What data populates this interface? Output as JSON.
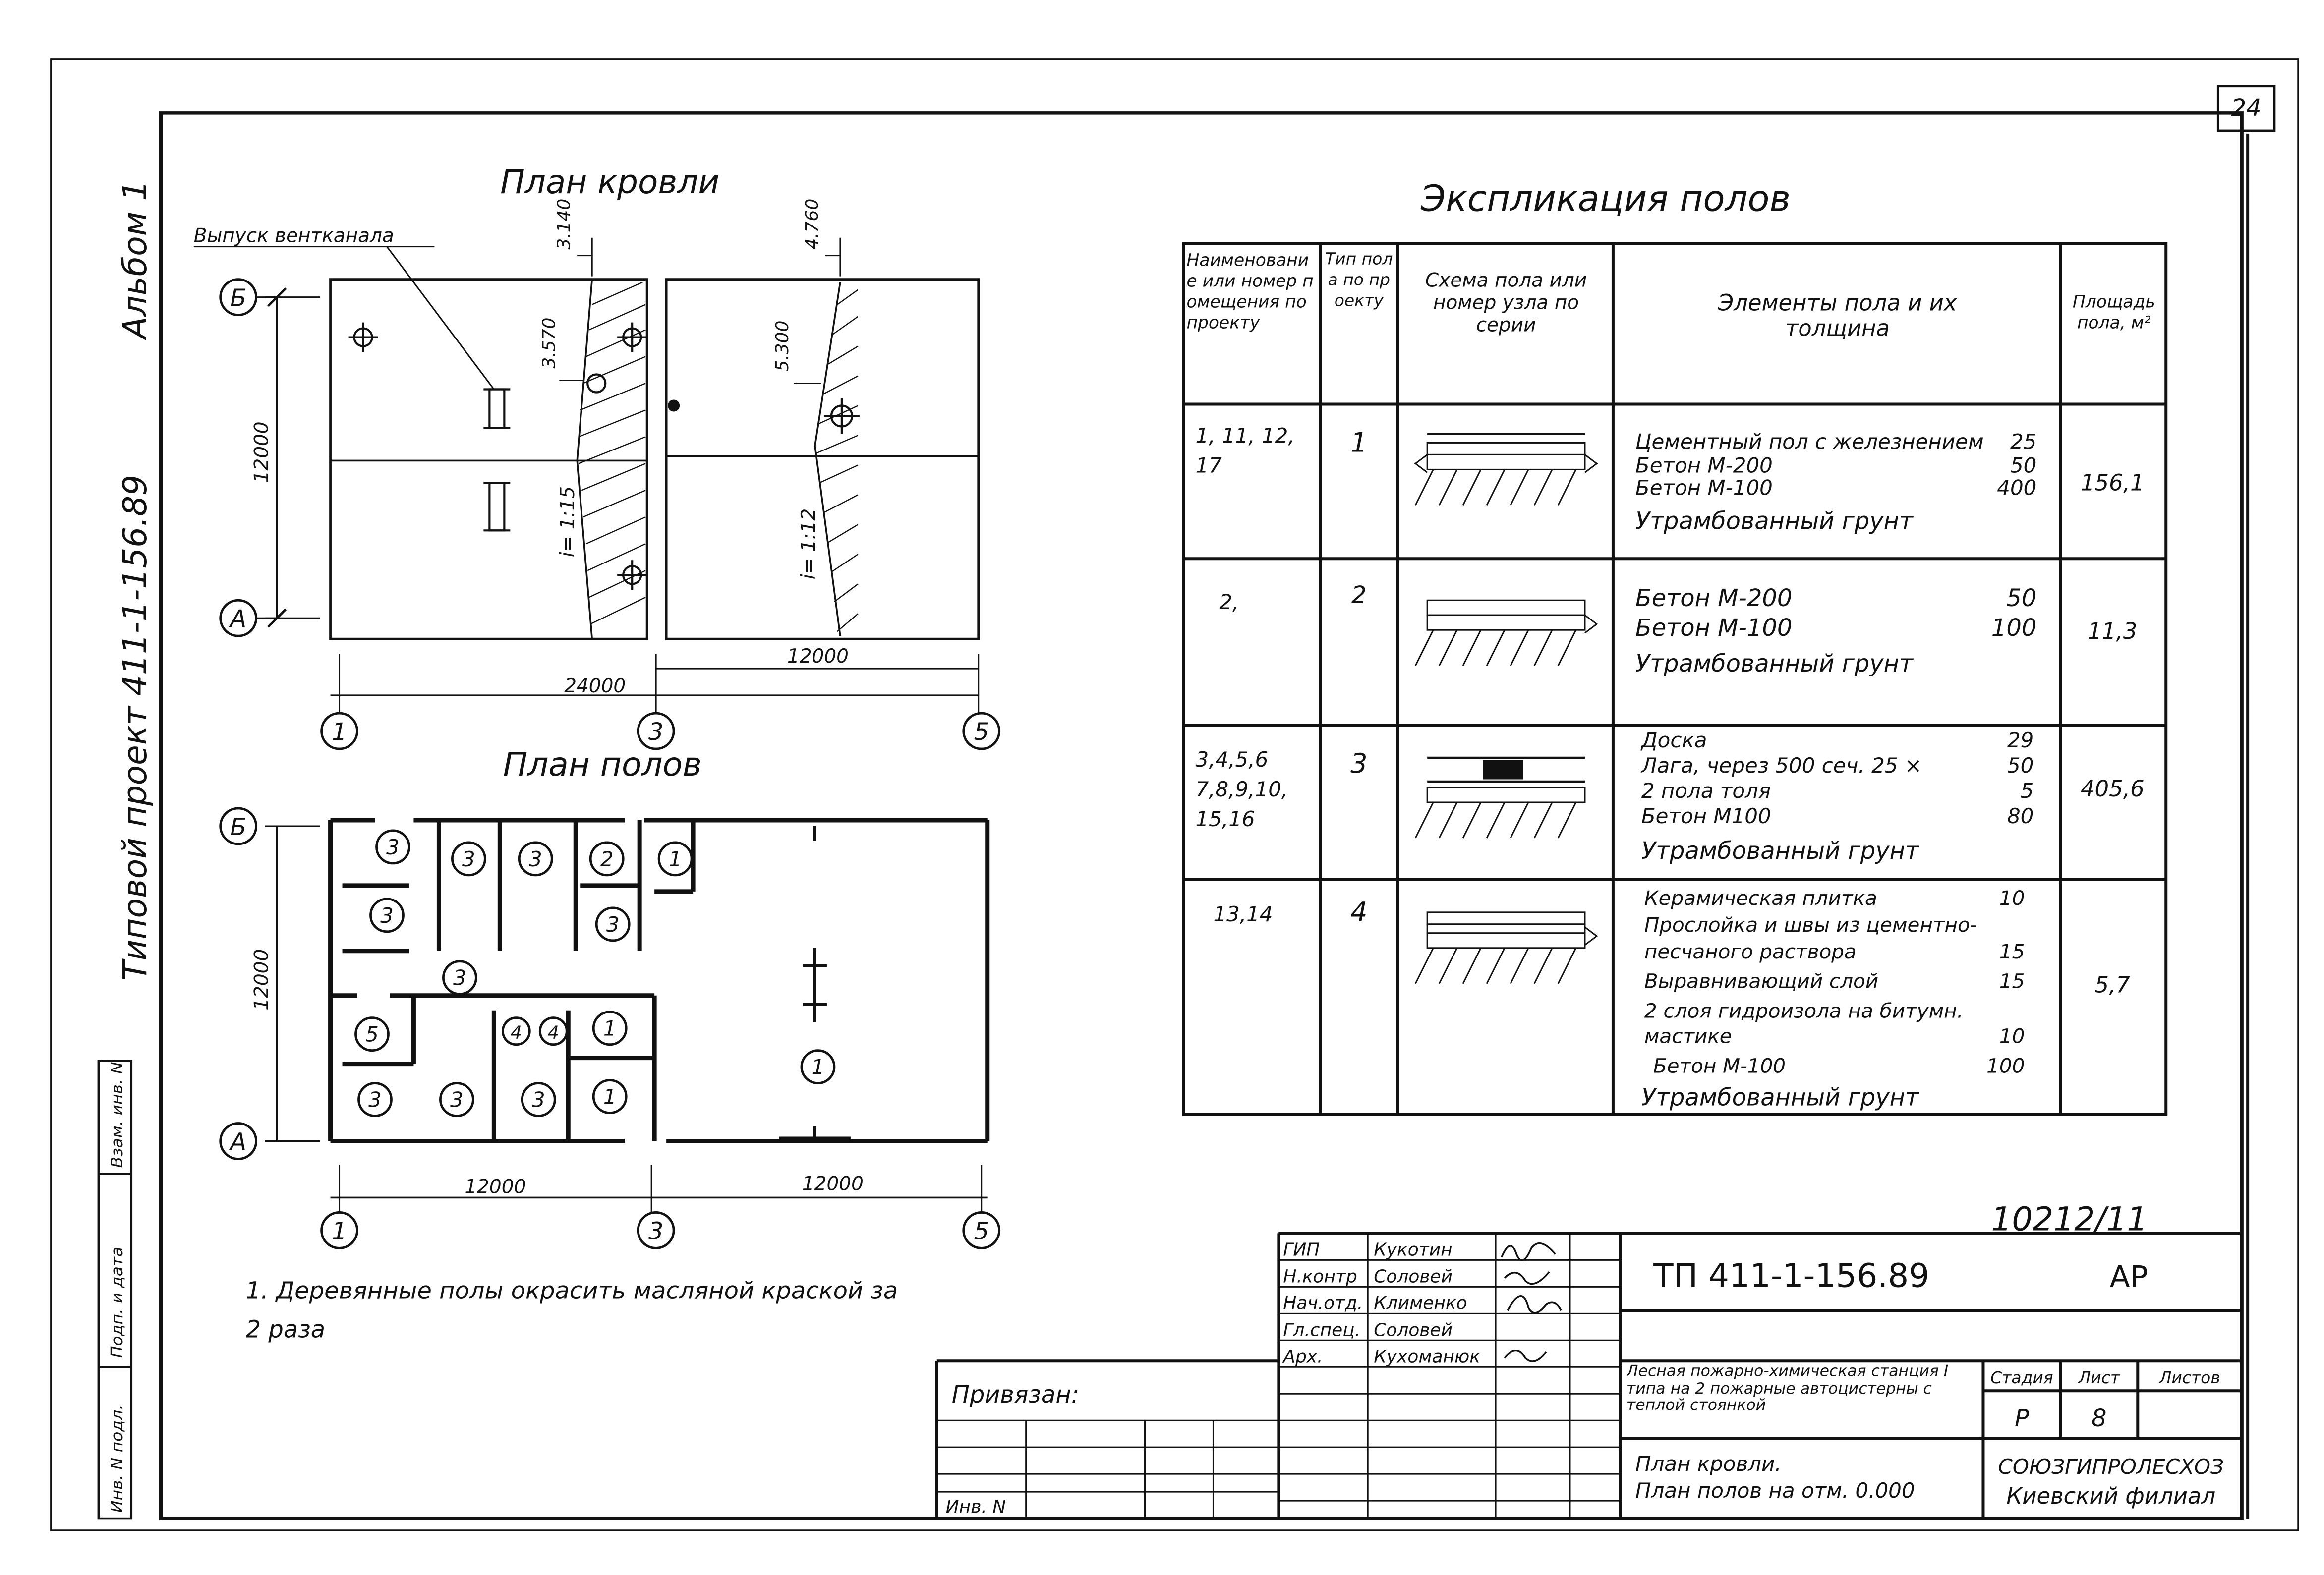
{
  "sheet_number": "24",
  "side_labels": {
    "album": "Альбом 1",
    "project": "Типовой проект 411-1-156.89"
  },
  "side_stamp": [
    "Инв. N подл.",
    "Подп. и дата",
    "Взам. инв. N"
  ],
  "roof_plan": {
    "title": "План кровли",
    "callout": "Выпуск вентканала",
    "dims": {
      "d3140": "3.140",
      "d4760": "4.760",
      "d3570": "3.570",
      "d5300": "5.300",
      "slope_left": "i= 1:15",
      "slope_right": "i= 1:12",
      "height": "12000",
      "span_right": "12000",
      "span_total": "24000"
    },
    "axes_rows": [
      "Б",
      "А"
    ],
    "axes_cols": [
      "1",
      "3",
      "5"
    ]
  },
  "floor_plan": {
    "title": "План полов",
    "height": "12000",
    "dim_left": "12000",
    "dim_right": "12000",
    "axes_rows": [
      "Б",
      "А"
    ],
    "axes_cols": [
      "1",
      "3",
      "5"
    ],
    "room_marks": [
      "3",
      "3",
      "3",
      "2",
      "1",
      "3",
      "3",
      "3",
      "5",
      "4",
      "4",
      "1",
      "1",
      "3",
      "3",
      "3",
      "1"
    ]
  },
  "note": "1. Деревянные полы окрасить масляной краской за 2 раза",
  "explication": {
    "title": "Экспликация полов",
    "headers": [
      "Наименование или номер помещения по проекту",
      "Тип пола по проекту",
      "Схема пола или номер узла по серии",
      "Элементы пола и их толщина",
      "Площадь пола, м²"
    ],
    "rows": [
      {
        "rooms": "1, 11, 12, 17",
        "type": "1",
        "elements": [
          {
            "name": "Цементный пол с железнением",
            "t": "25"
          },
          {
            "name": "Бетон  М-200",
            "t": "50"
          },
          {
            "name": "Бетон  М-100",
            "t": "400"
          },
          {
            "name": "Утрамбованный грунт",
            "t": ""
          }
        ],
        "area": "156,1"
      },
      {
        "rooms": "2,",
        "type": "2",
        "elements": [
          {
            "name": "Бетон  М-200",
            "t": "50"
          },
          {
            "name": "Бетон  М-100",
            "t": "100"
          },
          {
            "name": "Утрамбованный грунт",
            "t": ""
          }
        ],
        "area": "11,3"
      },
      {
        "rooms": "3,4,5,6 7,8,9,10, 15,16",
        "type": "3",
        "elements": [
          {
            "name": "Доска",
            "t": "29"
          },
          {
            "name": "Лага, через 500 сеч. 25 ×",
            "t": "50"
          },
          {
            "name": "2 пола толя",
            "t": "5"
          },
          {
            "name": "Бетон М100",
            "t": "80"
          },
          {
            "name": "Утрамбованный грунт",
            "t": ""
          }
        ],
        "area": "405,6"
      },
      {
        "rooms": "13,14",
        "type": "4",
        "elements": [
          {
            "name": "Керамическая плитка",
            "t": "10"
          },
          {
            "name": "Прослойка и швы из цементно-",
            "t": ""
          },
          {
            "name": "песчаного раствора",
            "t": "15"
          },
          {
            "name": "Выравнивающий слой",
            "t": "15"
          },
          {
            "name": "2 слоя гидроизола на битумн.",
            "t": ""
          },
          {
            "name": "мастике",
            "t": "10"
          },
          {
            "name": "Бетон  М-100",
            "t": "100"
          },
          {
            "name": "Утрамбованный грунт",
            "t": ""
          }
        ],
        "area": "5,7"
      }
    ]
  },
  "archive_number": "10212/11",
  "title_block": {
    "people": [
      {
        "role": "ГИП",
        "name": "Кукотин"
      },
      {
        "role": "Н.контр",
        "name": "Соловей"
      },
      {
        "role": "Нач.отд.",
        "name": "Клименко"
      },
      {
        "role": "Гл.спец.",
        "name": "Соловей"
      },
      {
        "role": "Арх.",
        "name": "Кухоманюк"
      }
    ],
    "code": "ТП 411-1-156.89",
    "mark": "АР",
    "object": "Лесная пожарно-химическая станция I типа на 2 пожарные автоцистерны с теплой стоянкой",
    "stage_h": "Стадия",
    "sheet_h": "Лист",
    "sheets_h": "Листов",
    "stage": "Р",
    "sheet": "8",
    "drawing_name_1": "План кровли.",
    "drawing_name_2": "План полов на отм. 0.000",
    "org_1": "СОЮЗГИПРОЛЕСХОЗ",
    "org_2": "Киевский филиал",
    "bound": "Привязан:",
    "inv": "Инв. N"
  }
}
